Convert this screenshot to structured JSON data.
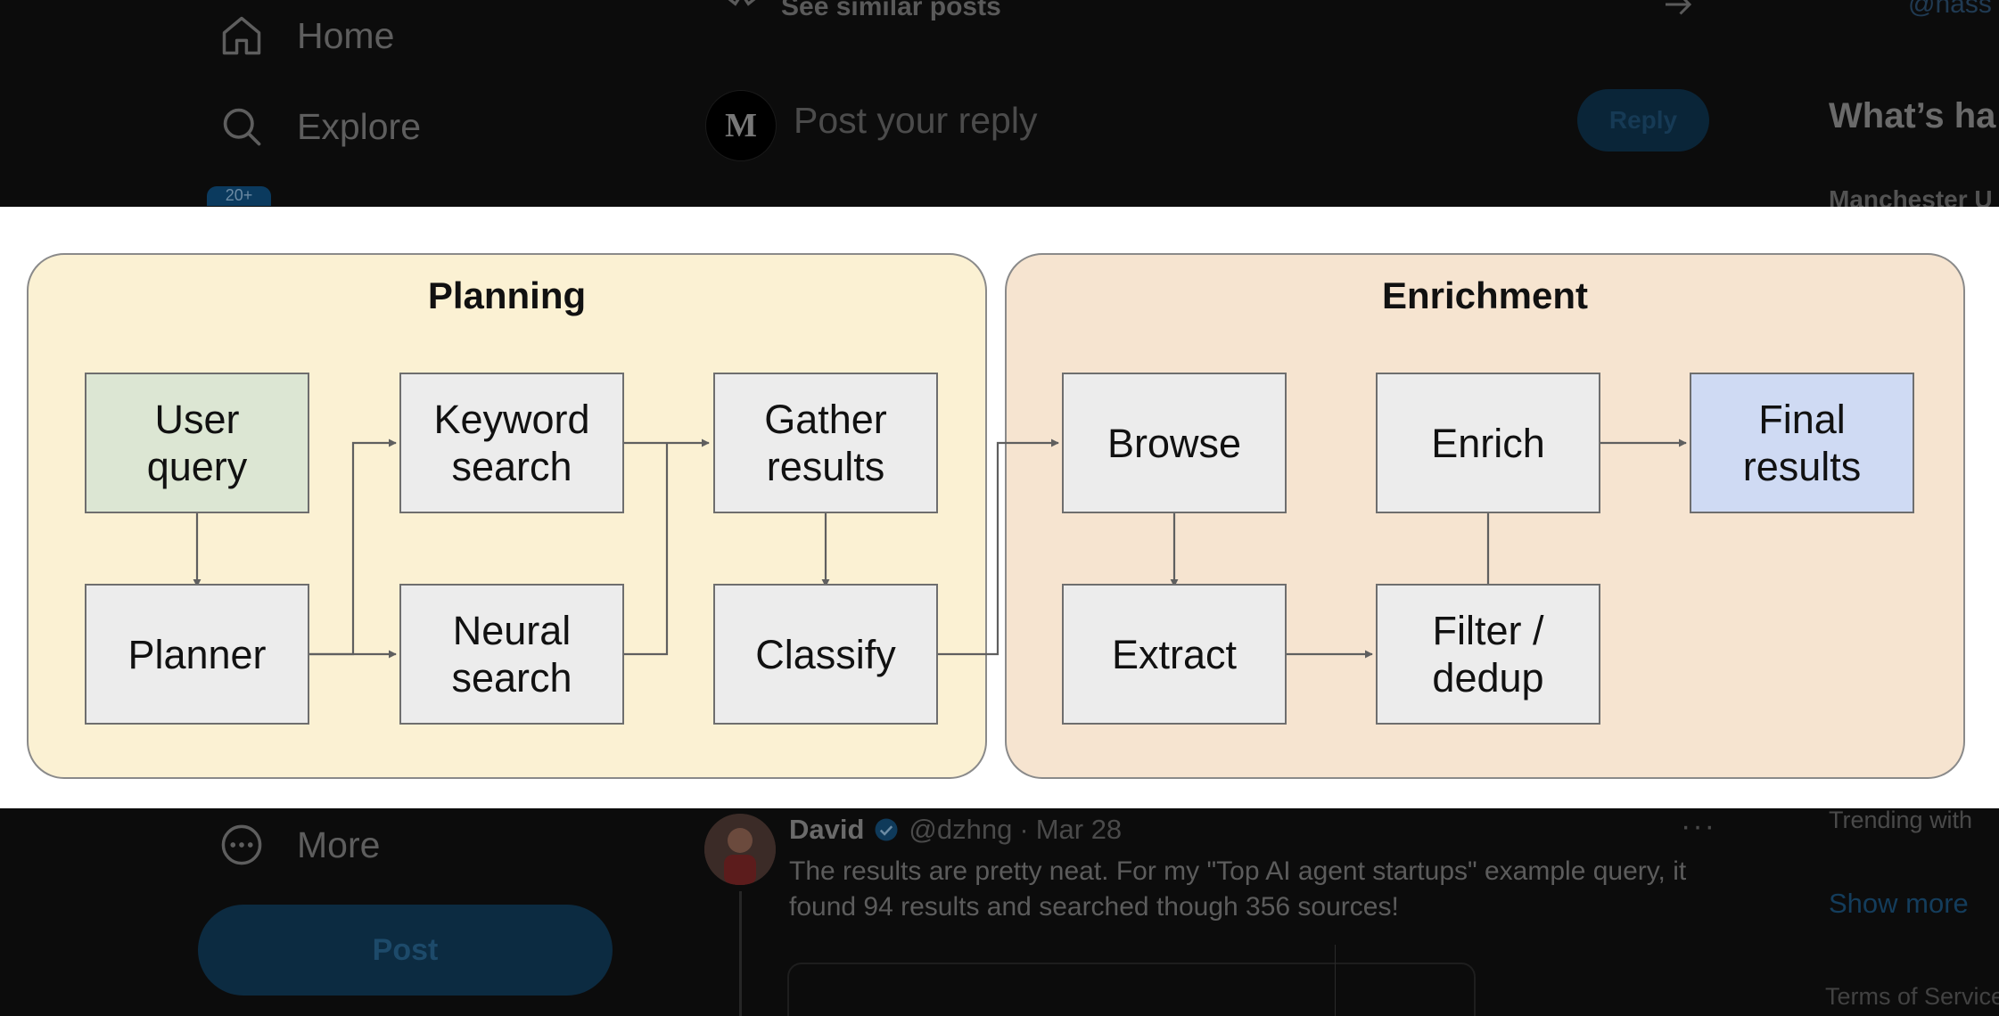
{
  "sidebar": {
    "items": [
      {
        "label": "Home",
        "icon": "home-icon"
      },
      {
        "label": "Explore",
        "icon": "search-icon"
      },
      {
        "label": "More",
        "icon": "more-circle-icon"
      }
    ],
    "notification_badge": "20+",
    "post_button": "Post"
  },
  "thread": {
    "similar_posts": "See similar posts",
    "top_handle": "@hass",
    "reply": {
      "placeholder": "Post your reply",
      "button": "Reply",
      "avatar_letter": "M"
    },
    "tweet": {
      "name": "David",
      "handle": "@dzhng",
      "date": "Mar 28",
      "separator": "·",
      "text": "The results are pretty neat. For my \"Top AI agent startups\" example query, it found 94 results and searched though 356 sources!",
      "more": "···"
    }
  },
  "right_sidebar": {
    "heading": "What’s ha",
    "trend": "Manchester U",
    "trending_with": "Trending with",
    "show_more": "Show more",
    "terms": "Terms of Service"
  },
  "diagram": {
    "groups": [
      {
        "title": "Planning"
      },
      {
        "title": "Enrichment"
      }
    ],
    "nodes": {
      "user_query": "User\nquery",
      "planner": "Planner",
      "keyword_search": "Keyword\nsearch",
      "neural_search": "Neural\nsearch",
      "gather_results": "Gather\nresults",
      "classify": "Classify",
      "browse": "Browse",
      "extract": "Extract",
      "filter_dedup": "Filter /\ndedup",
      "enrich": "Enrich",
      "final_results": "Final\nresults"
    },
    "colors": {
      "planning_bg": "#fbf1d3",
      "enrichment_bg": "#f6e4d0",
      "node_bg": "#ececec",
      "start_node_bg": "#dce6d3",
      "final_node_bg": "#cfdaf3"
    }
  }
}
